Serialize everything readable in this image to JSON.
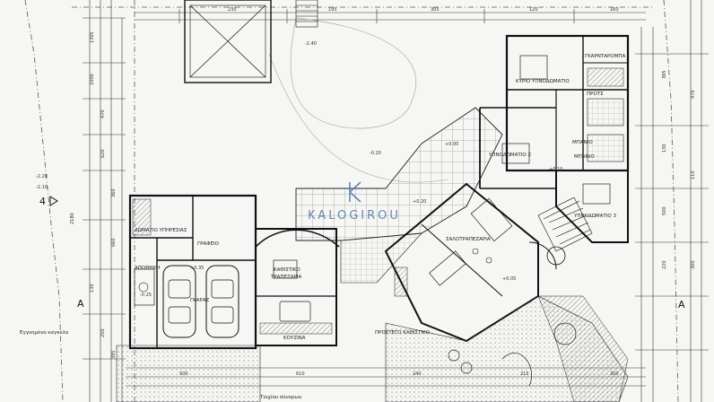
{
  "watermark": {
    "brand": "KALOGIROU",
    "accent": "#4a78a8"
  },
  "section_markers": [
    "4",
    "A",
    "A"
  ],
  "rooms": {
    "bedroom_master": "ΚΥΡΙΟ ΥΠΝΟΔΩΜΑΤΙΟ",
    "dressing": "ΓΚΑΡΝΤΑΡΟΜΠΑ",
    "bath_1": "ΜΠΑΝΙΟ",
    "wc": "ΠΡΟΤΣ",
    "bath_2": "ΜΠΑΝΙΟ",
    "bedroom_2": "ΥΠΝΟΔΩΜΑΤΙΟ 2",
    "bedroom_3": "ΥΠΝΟΔΩΜΑΤΙΟ 3",
    "dining": "ΤΡΑΠΕΖΑΡΙΑ",
    "living": "ΣΑΛΟΤΡΑΠΕΖΑΡΙΑ",
    "kitchen": "ΚΟΥΖΙΝΑ",
    "family": "ΚΑΘΙΣΤΙΚΟ",
    "office": "ΓΡΑΦΕΙΟ",
    "maid": "ΔΩΜΑΤΙΟ ΥΠΗΡΕΣΙΑΣ",
    "storage": "ΑΠΟΘΗΚΗ",
    "garage": "ΓΚΑΡΑΖ",
    "porch": "ΠΡΟΣΤΕΓΟ ΚΑΘΙΣΤΙΚΟ",
    "boundary": "Εγγυημένο καγκελο",
    "wall": "Τοιχίου σύνορων"
  },
  "levels": [
    "+0.00",
    "+0.10",
    "-0.20",
    "+0.35",
    "-0.25",
    "-2.40",
    "-2.20",
    "-2.10",
    "+0.05",
    "+0.20"
  ],
  "dimensions": [
    "1305",
    "1000",
    "470",
    "620",
    "360",
    "660",
    "130",
    "250",
    "395",
    "2180",
    "230",
    "195",
    "305",
    "120",
    "160",
    "385",
    "130",
    "500",
    "220",
    "470",
    "110",
    "300",
    "500",
    "610",
    "240",
    "215",
    "300"
  ]
}
